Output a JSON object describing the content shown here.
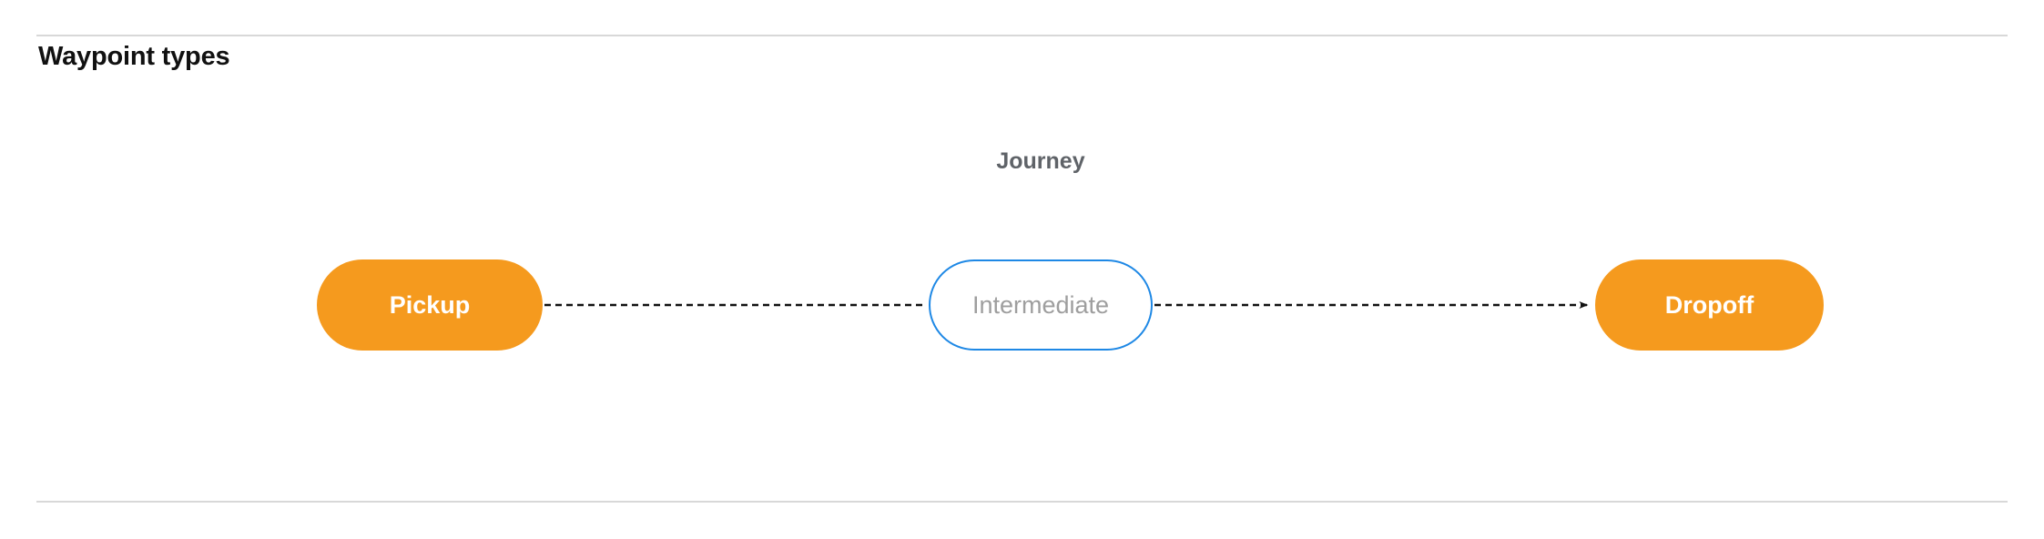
{
  "section": {
    "title": "Waypoint types"
  },
  "diagram": {
    "type": "flow",
    "group_label": "Journey",
    "nodes": [
      {
        "id": "pickup",
        "label": "Pickup",
        "style": "filled-orange",
        "fill": "#f59a1e",
        "text_color": "#ffffff"
      },
      {
        "id": "intermediate",
        "label": "Intermediate",
        "style": "outlined-blue",
        "fill": "#ffffff",
        "border_color": "#1e88e5",
        "text_color": "#9e9e9e"
      },
      {
        "id": "dropoff",
        "label": "Dropoff",
        "style": "filled-orange",
        "fill": "#f59a1e",
        "text_color": "#ffffff"
      }
    ],
    "edges": [
      {
        "from": "pickup",
        "to": "intermediate",
        "style": "dashed",
        "arrowhead": false,
        "color": "#111111"
      },
      {
        "from": "intermediate",
        "to": "dropoff",
        "style": "dashed",
        "arrowhead": true,
        "color": "#111111"
      }
    ]
  },
  "colors": {
    "accent_orange": "#f59a1e",
    "accent_blue": "#1e88e5",
    "muted_text": "#9e9e9e",
    "label_text": "#5f6368",
    "divider": "#d8d8d8"
  }
}
